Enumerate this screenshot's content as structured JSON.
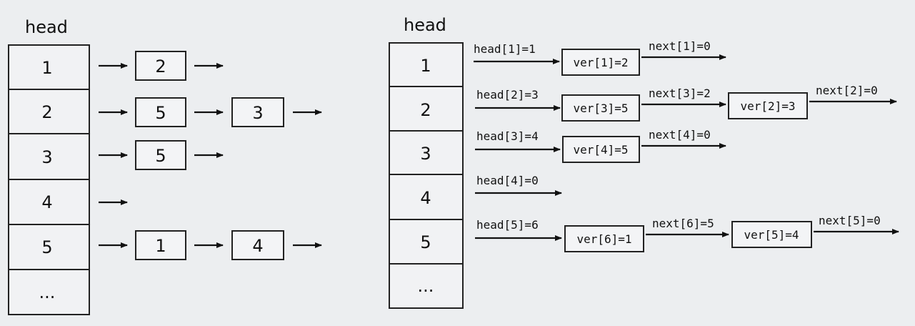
{
  "left": {
    "head_label": "head",
    "cells": [
      "1",
      "2",
      "3",
      "4",
      "5",
      "..."
    ],
    "chains": [
      [
        "2"
      ],
      [
        "5",
        "3"
      ],
      [
        "5"
      ],
      [],
      [
        "1",
        "4"
      ],
      []
    ]
  },
  "right": {
    "head_label": "head",
    "cells": [
      "1",
      "2",
      "3",
      "4",
      "5",
      "..."
    ],
    "rows": [
      {
        "head": "head[1]=1",
        "nodes": [
          "ver[1]=2"
        ],
        "nexts": [
          "next[1]=0"
        ]
      },
      {
        "head": "head[2]=3",
        "nodes": [
          "ver[3]=5",
          "ver[2]=3"
        ],
        "nexts": [
          "next[3]=2",
          "next[2]=0"
        ]
      },
      {
        "head": "head[3]=4",
        "nodes": [
          "ver[4]=5"
        ],
        "nexts": [
          "next[4]=0"
        ]
      },
      {
        "head": "head[4]=0",
        "nodes": [],
        "nexts": []
      },
      {
        "head": "head[5]=6",
        "nodes": [
          "ver[6]=1",
          "ver[5]=4"
        ],
        "nexts": [
          "next[6]=5",
          "next[5]=0"
        ]
      }
    ]
  }
}
